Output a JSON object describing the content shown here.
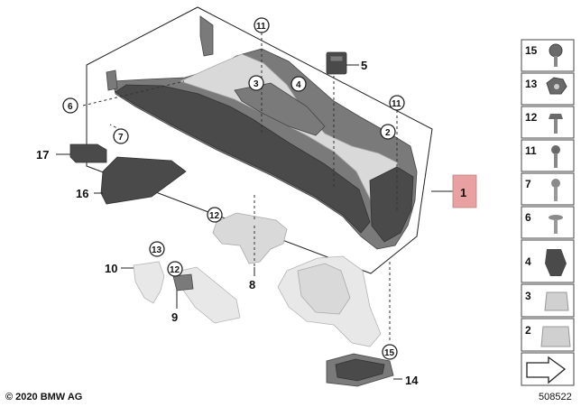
{
  "copyright": "© 2020 BMW AG",
  "diagram_number": "508522",
  "callouts": [
    "11",
    "3",
    "4",
    "2",
    "11",
    "6",
    "7",
    "12",
    "13",
    "12",
    "15"
  ],
  "labels": [
    "5",
    "17",
    "16",
    "1",
    "10",
    "8",
    "9",
    "14"
  ],
  "sidebar": [
    "15",
    "13",
    "12",
    "11",
    "7",
    "6",
    "4",
    "3",
    "2"
  ]
}
